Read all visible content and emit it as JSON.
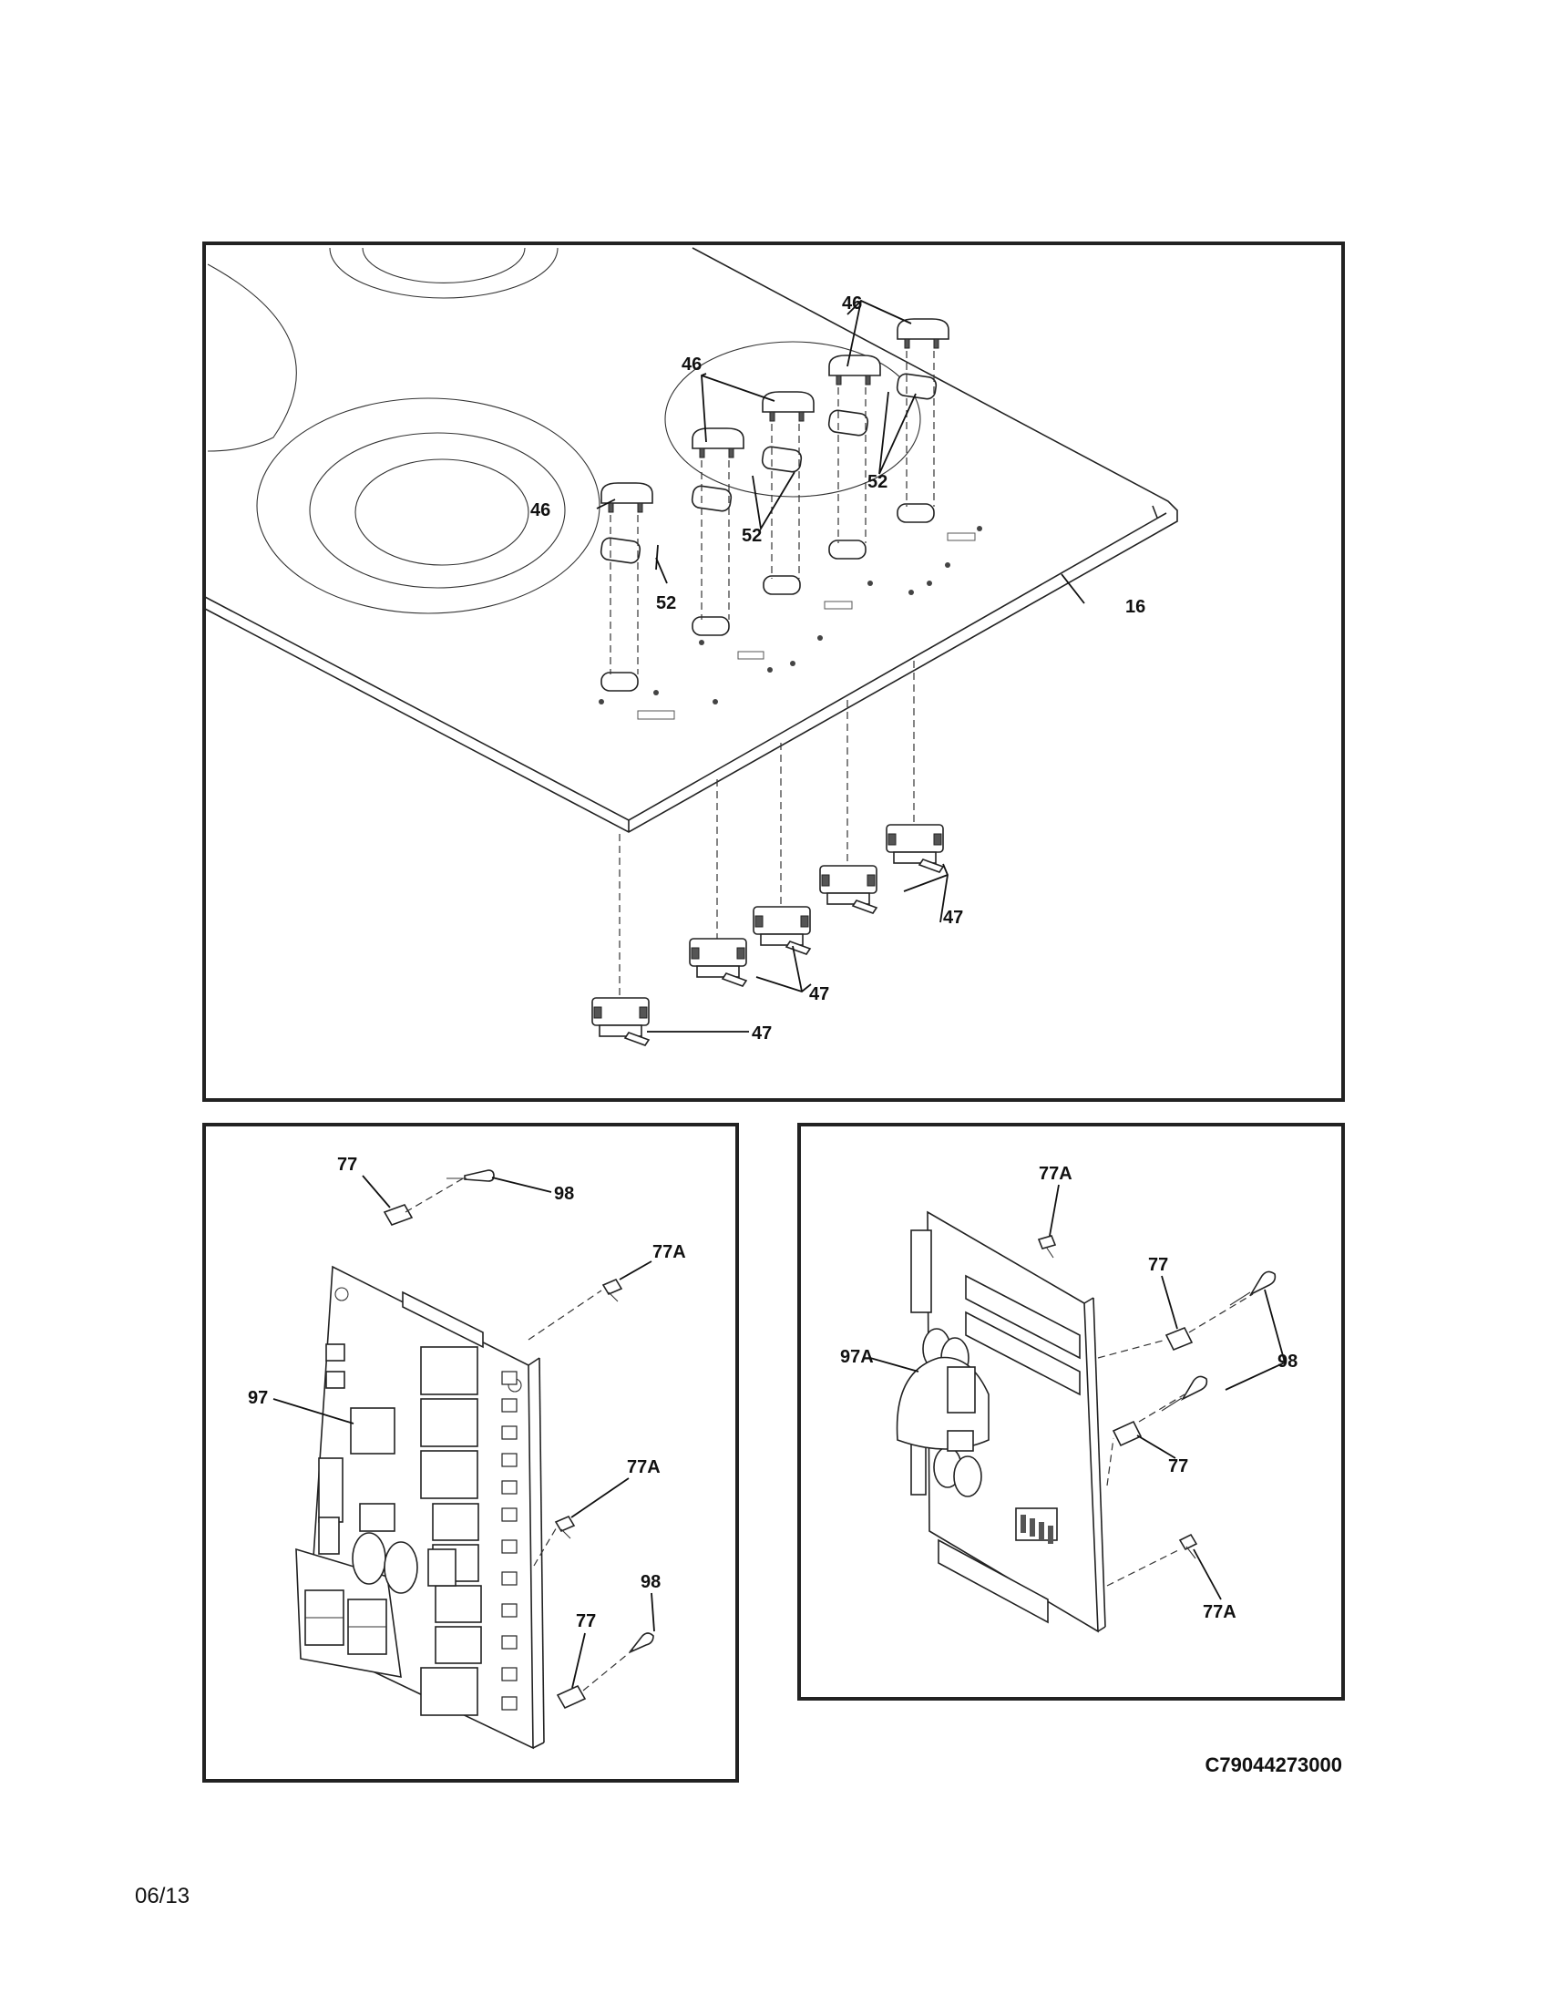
{
  "diagram": {
    "top_panel": {
      "callouts": {
        "c46_top": "46",
        "c46_mid": "46",
        "c46_left": "46",
        "c52_right": "52",
        "c52_mid": "52",
        "c52_left": "52",
        "c16": "16",
        "c47_right": "47",
        "c47_mid": "47",
        "c47_bottom": "47"
      }
    },
    "left_board": {
      "callouts": {
        "c77_top": "77",
        "c98_top": "98",
        "c77a_top": "77A",
        "c97": "97",
        "c77a_mid": "77A",
        "c98_bottom": "98",
        "c77_bottom": "77"
      }
    },
    "right_board": {
      "callouts": {
        "c77a_top": "77A",
        "c77_top": "77",
        "c97a": "97A",
        "c98": "98",
        "c77_bottom": "77",
        "c77a_bottom": "77A"
      }
    },
    "part_code": "C79044273000",
    "date": "06/13"
  }
}
